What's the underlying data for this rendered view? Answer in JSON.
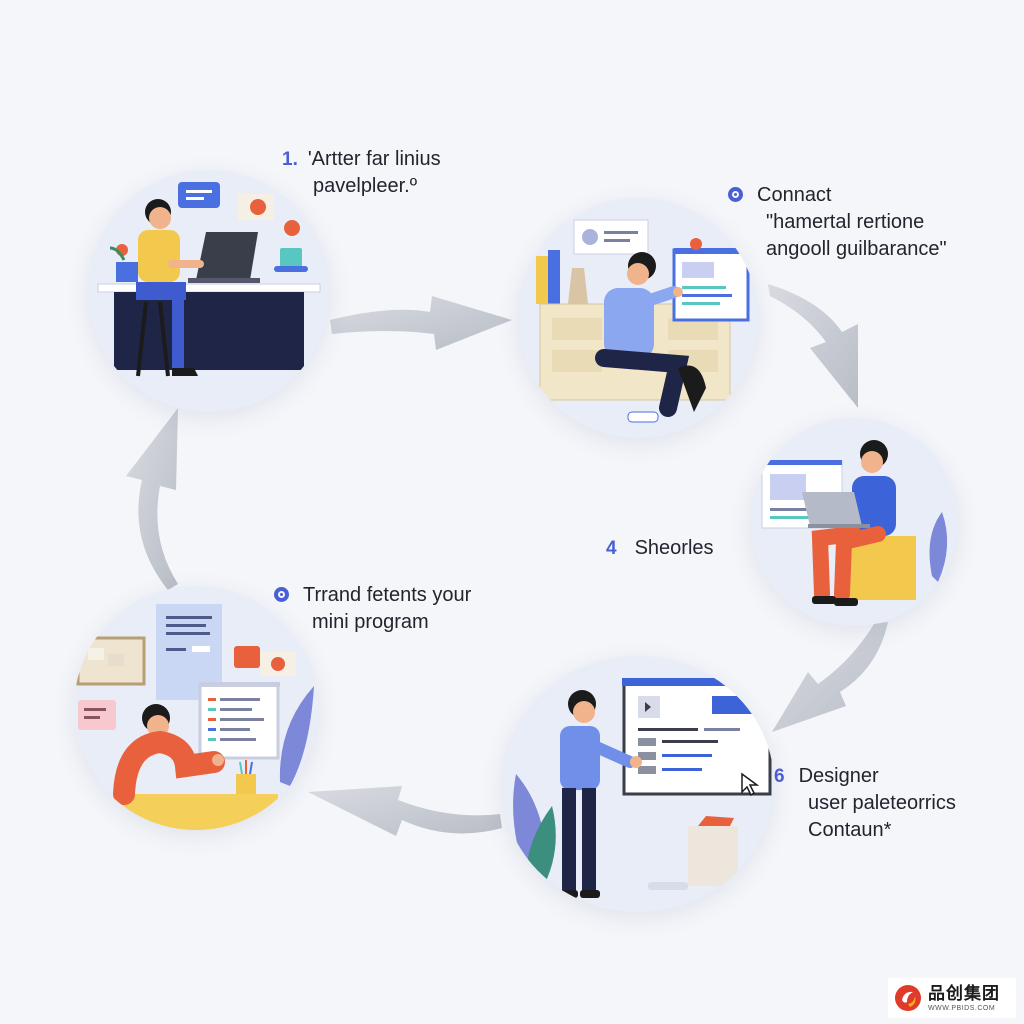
{
  "steps": [
    {
      "id": "step1",
      "number": "1.",
      "lines": [
        "'Artter far linius",
        "pavelpleer.º"
      ]
    },
    {
      "id": "step2",
      "number": "",
      "lines": [
        "Connact",
        "\"hamertal rertione",
        "angooll guilbarance\""
      ]
    },
    {
      "id": "step4",
      "number": "4",
      "lines": [
        "Sheorles"
      ]
    },
    {
      "id": "step5",
      "number": "",
      "lines": [
        "Trrand fetents your",
        "mini program"
      ]
    },
    {
      "id": "step6",
      "number": "6",
      "lines": [
        "Designer",
        "user paleteorrics",
        "Contaun*"
      ]
    }
  ],
  "logo": {
    "text": "品创集团",
    "sub": "WWW.PBIDS.COM"
  },
  "colors": {
    "background": "#f4f6fa",
    "bubble": "#e9edf7",
    "accent": "#4a5fd6",
    "arrow": "#c9ccd3",
    "navy": "#1f2547",
    "yellow": "#f2c94c",
    "orange": "#e8603c",
    "blue_shirt": "#6f8fe8"
  },
  "icons": [
    "chat-bubble-icon",
    "flower-pot-icon",
    "laptop-icon",
    "document-icon",
    "cursor-icon",
    "plant-leaf-icon",
    "arrow-icon"
  ]
}
